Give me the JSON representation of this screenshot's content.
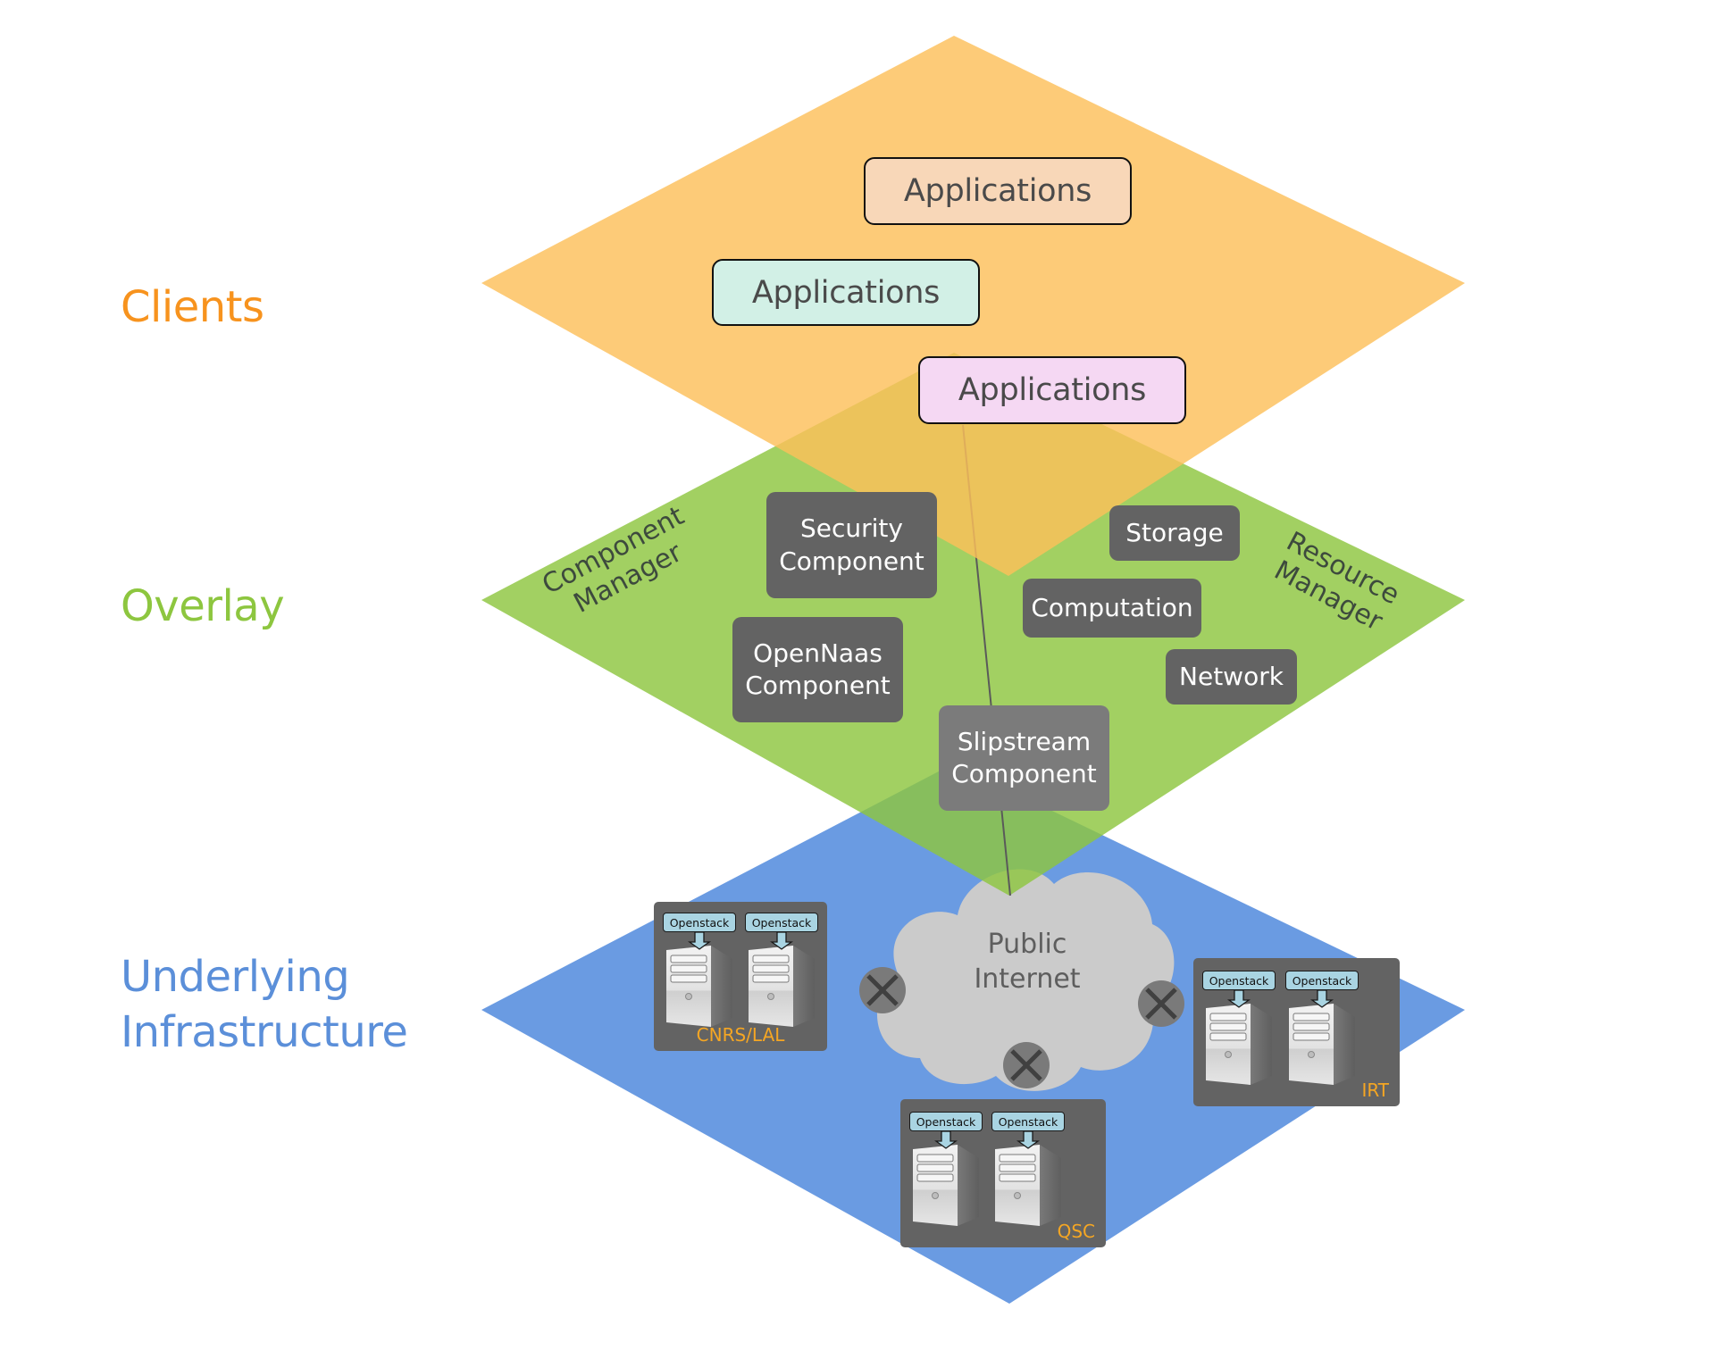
{
  "layers": {
    "clients": {
      "label": "Clients",
      "color": "#f7931e",
      "plane_color": "#fdcd78"
    },
    "overlay": {
      "label": "Overlay",
      "color": "#8dc63f",
      "plane_color": "#a3d065"
    },
    "infrastructure": {
      "label_line1": "Underlying",
      "label_line2": "Infrastructure",
      "color": "#5b8fd9",
      "plane_color": "#6a9be2"
    }
  },
  "applications": [
    {
      "label": "Applications",
      "fill": "#f8d7b8"
    },
    {
      "label": "Applications",
      "fill": "#d2f0e6"
    },
    {
      "label": "Applications",
      "fill": "#f5d8f3"
    }
  ],
  "overlay": {
    "component_manager": {
      "line1": "Component",
      "line2": "Manager"
    },
    "resource_manager": {
      "line1": "Resource",
      "line2": "Manager"
    },
    "components": [
      {
        "line1": "Security",
        "line2": "Component"
      },
      {
        "line1": "OpenNaas",
        "line2": "Component"
      },
      {
        "line1": "Slipstream",
        "line2": "Component"
      }
    ],
    "resources": [
      "Storage",
      "Computation",
      "Network"
    ]
  },
  "infrastructure": {
    "cloud": {
      "line1": "Public",
      "line2": "Internet"
    },
    "node_label": "Openstack",
    "sites": [
      {
        "name": "CNRS/LAL",
        "nodes": [
          "Openstack",
          "Openstack"
        ]
      },
      {
        "name": "IRT",
        "nodes": [
          "Openstack",
          "Openstack"
        ]
      },
      {
        "name": "QSC",
        "nodes": [
          "Openstack",
          "Openstack"
        ]
      }
    ],
    "site_label_color": "#f5a623"
  }
}
